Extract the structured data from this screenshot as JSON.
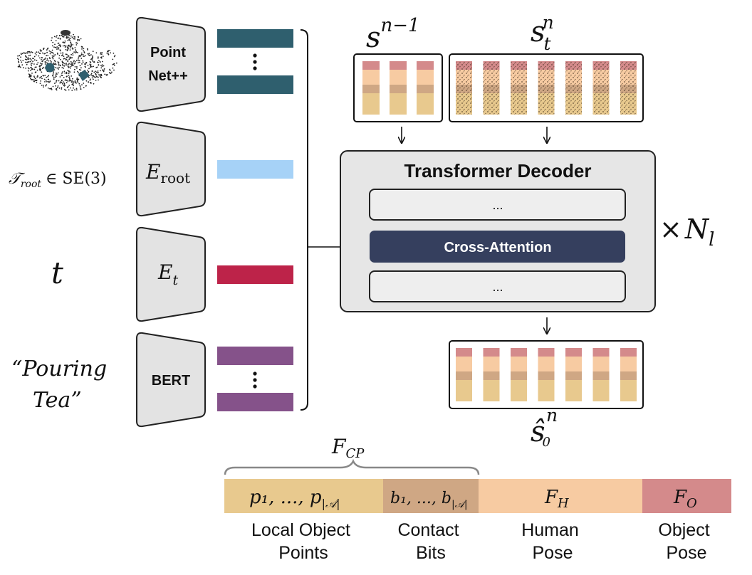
{
  "inputs": {
    "teapot_icon": "teapot-point-cloud-icon",
    "t_root": "𝒯",
    "t_root_sub": "root",
    "t_root_rest": "∈ SE(3)",
    "t_symbol": "t",
    "prompt_line1": "“Pouring",
    "prompt_line2": "Tea”"
  },
  "encoders": {
    "pointnet_line1": "Point",
    "pointnet_line2": "Net++",
    "eroot_main": "E",
    "eroot_sub": "root",
    "et_main": "E",
    "et_sub": "t",
    "bert": "BERT"
  },
  "sequences": {
    "prev_main": "s",
    "prev_sup": "n−1",
    "noisy_main": "s",
    "noisy_sub": "t",
    "noisy_sup": "n",
    "out_main": "ŝ",
    "out_sub": "0",
    "out_sup": "n"
  },
  "decoder": {
    "title": "Transformer Decoder",
    "top_layer": "...",
    "cross_attention": "Cross-Attention",
    "bottom_layer": "...",
    "repeat_times": "×",
    "repeat_main": "N",
    "repeat_sub": "l"
  },
  "feature_bar": {
    "fcp_main": "F",
    "fcp_sub": "CP",
    "seg1_text": "p₁, ..., p",
    "seg1_sub": "|𝒜|",
    "seg2_text": "b₁, ..., b",
    "seg2_sub": "|𝒜|",
    "seg3_main": "F",
    "seg3_sub": "H",
    "seg4_main": "F",
    "seg4_sub": "O",
    "label1_line1": "Local Object",
    "label1_line2": "Points",
    "label2_line1": "Contact",
    "label2_line2": "Bits",
    "label3_line1": "Human",
    "label3_line2": "Pose",
    "label4_line1": "Object",
    "label4_line2": "Pose"
  },
  "colors": {
    "pointnet_feature": "#2f5f6e",
    "root_feature": "#a6d2f7",
    "t_feature": "#bd2349",
    "bert_feature": "#85528a",
    "cross_attention": "#353f5e",
    "object_points": "#e8c98e",
    "contact_bits": "#cfa784",
    "human_pose": "#f7cba2",
    "object_pose": "#d48a8b",
    "encoder_fill": "#e3e3e3",
    "decoder_fill": "#e6e6e6"
  }
}
